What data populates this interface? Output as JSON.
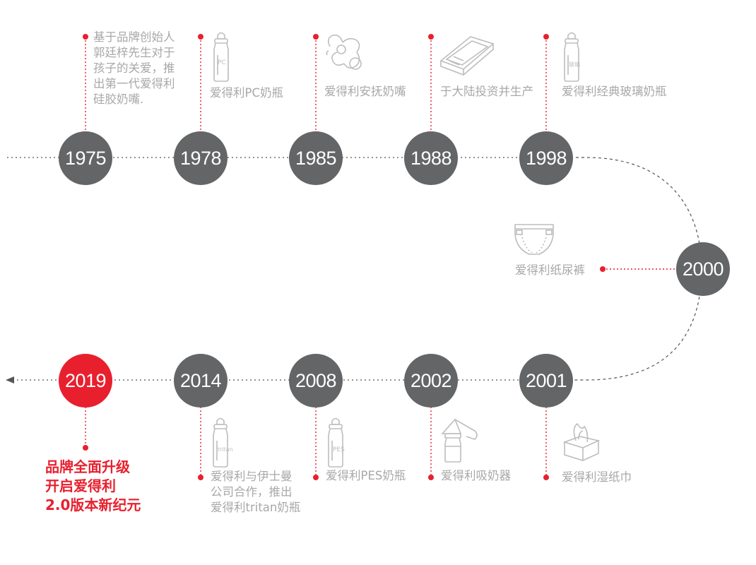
{
  "timeline": {
    "colors": {
      "accent": "#e8202e",
      "node": "#636566",
      "text": "#a8a8a8",
      "line": "#555555",
      "icon": "#bdbdbd"
    },
    "events": [
      {
        "year": "1975",
        "label": "基于品牌创始人\n郭廷梓先生对于\n孩子的关爱，推\n出第一代爱得利\n硅胶奶嘴.",
        "icon": null
      },
      {
        "year": "1978",
        "label": "爱得利PC奶瓶",
        "icon": "bottle-icon",
        "icon_text": "PC"
      },
      {
        "year": "1985",
        "label": "爱得利安抚奶嘴",
        "icon": "pacifier-icon"
      },
      {
        "year": "1988",
        "label": "于大陆投资并生产",
        "icon": "factory-icon"
      },
      {
        "year": "1998",
        "label": "爱得利经典玻璃奶瓶",
        "icon": "bottle-icon",
        "icon_text": "玻璃"
      },
      {
        "year": "2000",
        "label": "爱得利纸尿裤",
        "icon": "diaper-icon"
      },
      {
        "year": "2001",
        "label": "爱得利湿纸巾",
        "icon": "tissue-box-icon"
      },
      {
        "year": "2002",
        "label": "爱得利吸奶器",
        "icon": "breast-pump-icon"
      },
      {
        "year": "2008",
        "label": "爱得利PES奶瓶",
        "icon": "bottle-icon",
        "icon_text": "PES"
      },
      {
        "year": "2014",
        "label": "爱得利与伊士曼\n公司合作，推出\n爱得利tritan奶瓶",
        "icon": "bottle-icon",
        "icon_text": "tritan"
      },
      {
        "year": "2019",
        "label": "品牌全面升级\n开启爱得利\n2.0版本新纪元",
        "icon": null,
        "highlight": true
      }
    ]
  }
}
